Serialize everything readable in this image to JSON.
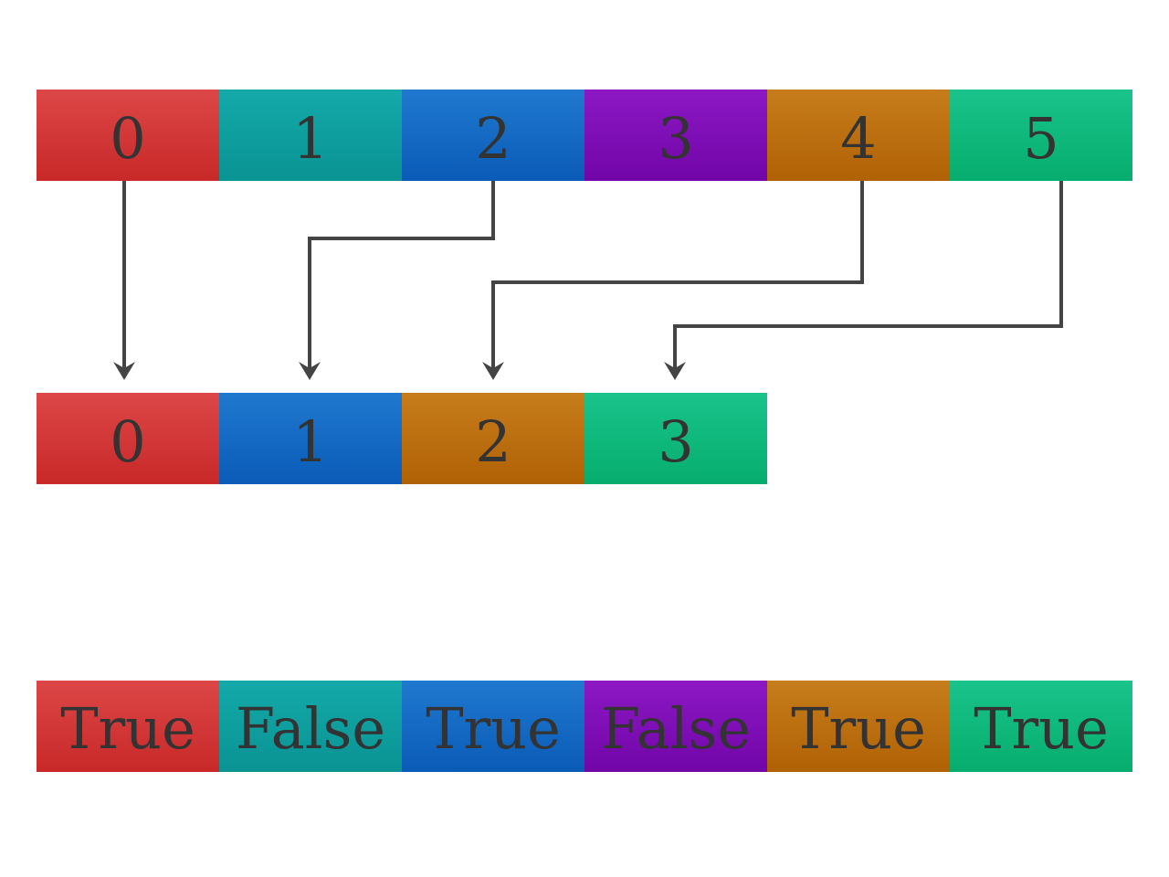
{
  "source_row": {
    "cells": [
      {
        "label": "0",
        "color": "red"
      },
      {
        "label": "1",
        "color": "teal"
      },
      {
        "label": "2",
        "color": "blue"
      },
      {
        "label": "3",
        "color": "purple"
      },
      {
        "label": "4",
        "color": "orange"
      },
      {
        "label": "5",
        "color": "green"
      }
    ]
  },
  "result_row": {
    "cells": [
      {
        "label": "0",
        "color": "red"
      },
      {
        "label": "1",
        "color": "blue"
      },
      {
        "label": "2",
        "color": "orange"
      },
      {
        "label": "3",
        "color": "green"
      }
    ]
  },
  "mask_row": {
    "cells": [
      {
        "label": "True",
        "color": "red"
      },
      {
        "label": "False",
        "color": "teal"
      },
      {
        "label": "True",
        "color": "blue"
      },
      {
        "label": "False",
        "color": "purple"
      },
      {
        "label": "True",
        "color": "orange"
      },
      {
        "label": "True",
        "color": "green"
      }
    ]
  },
  "mapping": [
    {
      "from": 0,
      "to": 0
    },
    {
      "from": 2,
      "to": 1
    },
    {
      "from": 4,
      "to": 2
    },
    {
      "from": 5,
      "to": 3
    }
  ],
  "colors": {
    "red": "#d63a3a",
    "teal": "#0f9e9e",
    "blue": "#146ac3",
    "purple": "#7f0eb6",
    "orange": "#bc6f10",
    "green": "#0fb87c",
    "text": "#333333",
    "arrow": "#444444"
  }
}
